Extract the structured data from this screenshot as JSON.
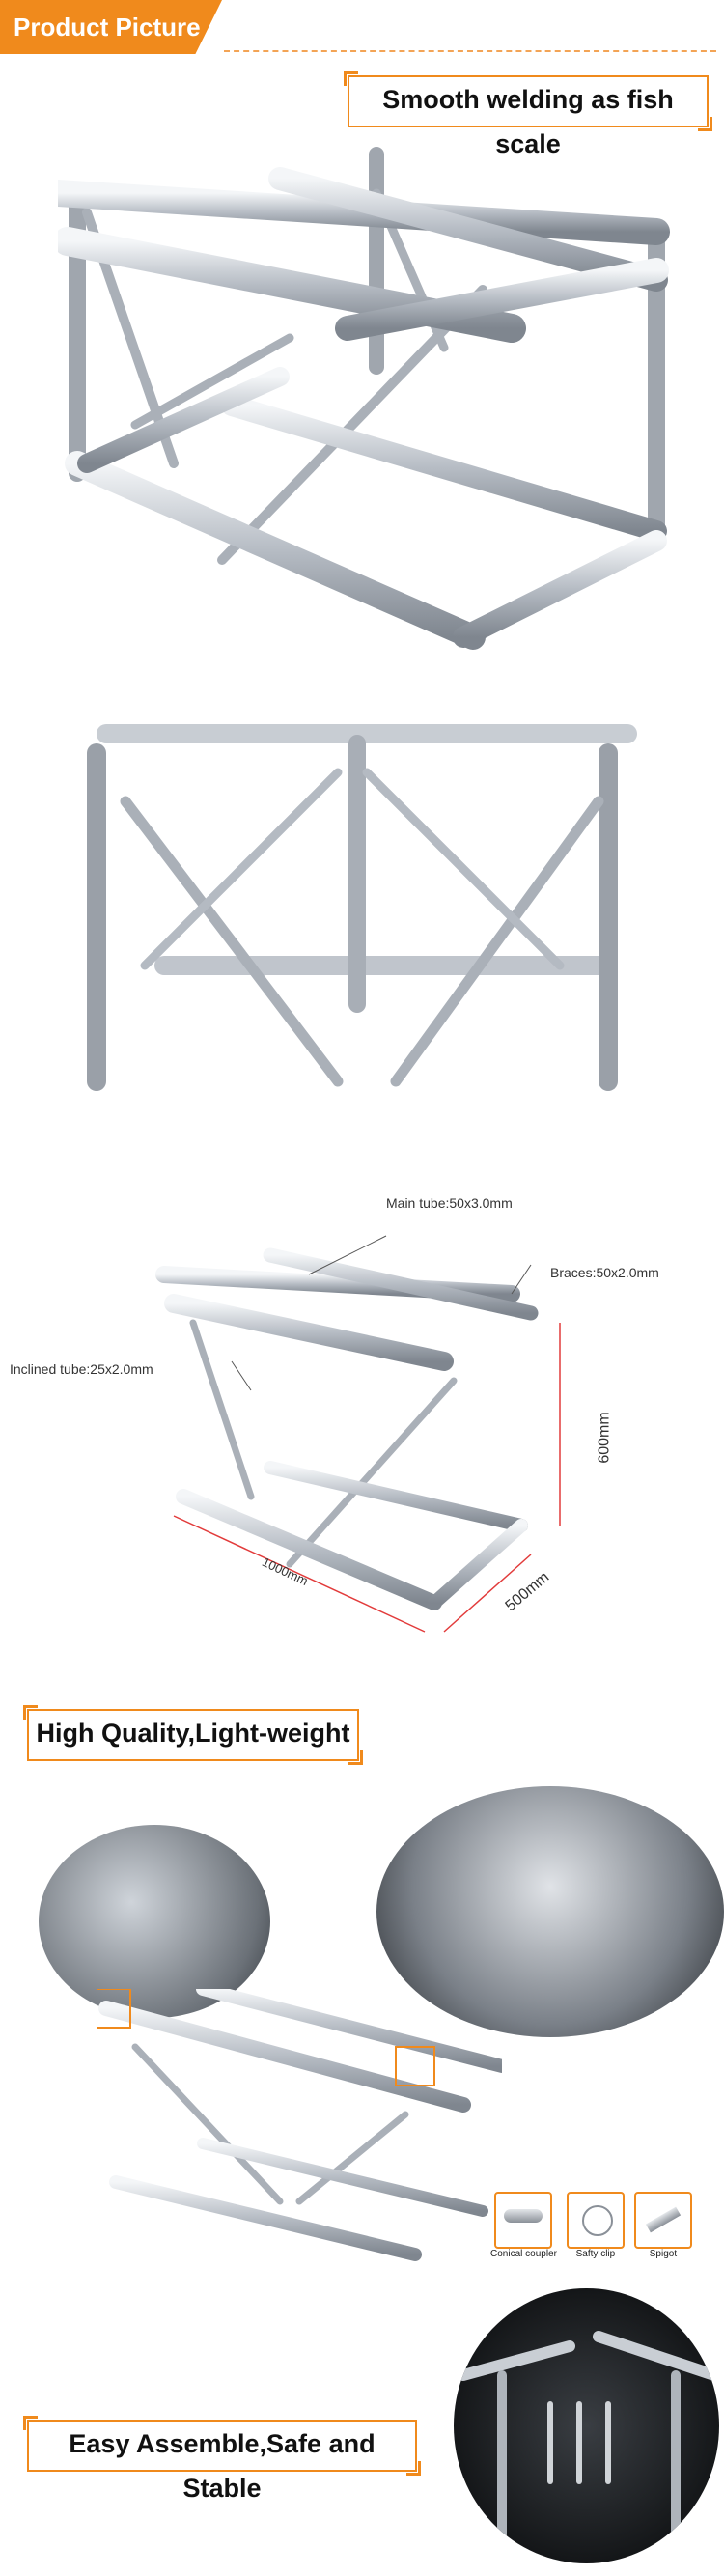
{
  "header": {
    "tab_label": "Product Picture"
  },
  "sections": {
    "s1_title": "Smooth welding as fish scale",
    "s2_title": "High Quality,Light-weight",
    "s3_title": "Easy Assemble,Safe and Stable"
  },
  "dimensions": {
    "main_tube": "Main tube:50x3.0mm",
    "braces": "Braces:50x2.0mm",
    "inclined": "Inclined tube:25x2.0mm",
    "length": "1000mm",
    "width": "500mm",
    "height": "600mm"
  },
  "accessories": [
    {
      "label": "Conical coupler"
    },
    {
      "label": "Safty clip"
    },
    {
      "label": "Spigot"
    }
  ],
  "colors": {
    "accent": "#f08a1c",
    "dash": "#f3a456",
    "arrow": "#e23b3b"
  }
}
